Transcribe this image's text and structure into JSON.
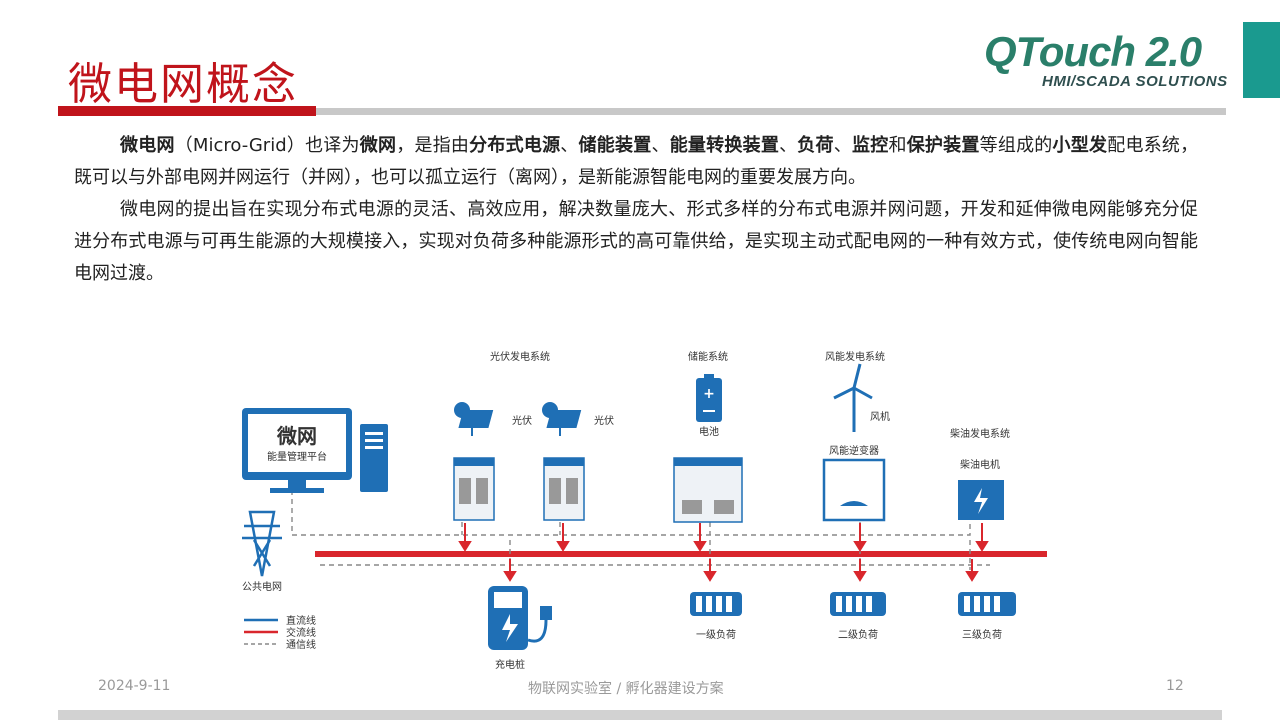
{
  "slide": {
    "title": "微电网概念",
    "logo_main": "QTouch 2.0",
    "logo_sub": "HMI/SCADA SOLUTIONS"
  },
  "paragraph1": {
    "s1": "微电网",
    "s2": "（Micro-Grid）也译为",
    "s3": "微网",
    "s4": "，是指由",
    "s5": "分布式电源",
    "s6": "、",
    "s7": "储能装置",
    "s8": "、",
    "s9": "能量转换装置",
    "s10": "、",
    "s11": "负荷",
    "s12": "、",
    "s13": "监控",
    "s14": "和",
    "s15": "保护装置",
    "s16": "等组成的",
    "s17": "小型发",
    "s18": "配电系统，既可以与外部电网并网运行（并网），也可以孤立运行（离网），是新能源智能电网的重要发展方向。"
  },
  "paragraph2": "微电网的提出旨在实现分布式电源的灵活、高效应用，解决数量庞大、形式多样的分布式电源并网问题，开发和延伸微电网能够充分促进分布式电源与可再生能源的大规模接入，实现对负荷多种能源形式的高可靠供给，是实现主动式配电网的一种有效方式，使传统电网向智能电网过渡。",
  "diagram": {
    "pv_system": "光伏发电系统",
    "pv1": "光伏",
    "pv2": "光伏",
    "storage_system": "储能系统",
    "battery": "电池",
    "wind_system": "风能发电系统",
    "wind_turbine": "风机",
    "wind_inverter": "风能逆变器",
    "diesel_system": "柴油发电系统",
    "diesel_gen": "柴油电机",
    "platform_title": "微网",
    "platform_sub": "能量管理平台",
    "public_grid": "公共电网",
    "charger": "充电桩",
    "load1": "一级负荷",
    "load2": "二级负荷",
    "load3": "三级负荷",
    "legend_dc": "直流线",
    "legend_ac": "交流线",
    "legend_comm": "通信线",
    "colors": {
      "dc": "#1f6fb5",
      "ac": "#d9262c",
      "comm": "#888888",
      "device": "#1f6fb5"
    }
  },
  "footer": {
    "date": "2024-9-11",
    "center": "物联网实验室 / 孵化器建设方案",
    "page": "12"
  }
}
